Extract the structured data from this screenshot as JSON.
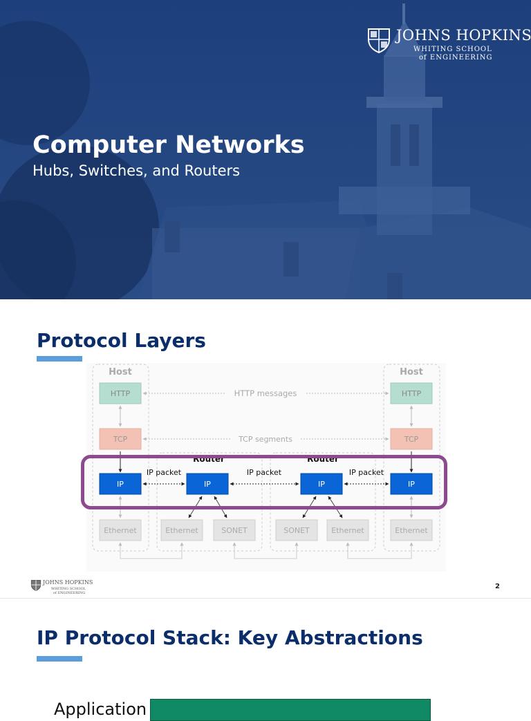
{
  "slide1": {
    "title": "Computer Networks",
    "subtitle": "Hubs, Switches, and Routers",
    "logo": {
      "name": "JOHNS HOPKINS",
      "line2": "WHITING SCHOOL",
      "line3": "of ENGINEERING"
    }
  },
  "slide2": {
    "title": "Protocol Layers",
    "page_number": "2",
    "diagram": {
      "host_left": "Host",
      "host_right": "Host",
      "router_1": "Router",
      "router_2": "Router",
      "http_left": "HTTP",
      "http_right": "HTTP",
      "http_messages": "HTTP messages",
      "tcp_left": "TCP",
      "tcp_right": "TCP",
      "tcp_segments": "TCP segments",
      "ip_1": "IP",
      "ip_2": "IP",
      "ip_3": "IP",
      "ip_4": "IP",
      "ip_packet_1": "IP packet",
      "ip_packet_2": "IP packet",
      "ip_packet_3": "IP packet",
      "ethernet_1": "Ethernet",
      "ethernet_2": "Ethernet",
      "sonet_1": "SONET",
      "sonet_2": "SONET",
      "ethernet_3": "Ethernet",
      "ethernet_4": "Ethernet"
    },
    "logo": {
      "name": "JOHNS HOPKINS",
      "line2": "WHITING SCHOOL",
      "line3": "of ENGINEERING"
    }
  },
  "slide3": {
    "title": "IP Protocol Stack: Key Abstractions",
    "cut_label": "Application"
  },
  "colors": {
    "title_navy": "#0b2e6b",
    "accent_blue": "#5a9fdb",
    "highlight_purple": "#8e4a8e",
    "ip_blue": "#0a66d6",
    "http_green": "#b5ddd0",
    "tcp_salmon": "#f3c2b4",
    "link_gray": "#dddddd",
    "app_green": "#0f8a64"
  }
}
